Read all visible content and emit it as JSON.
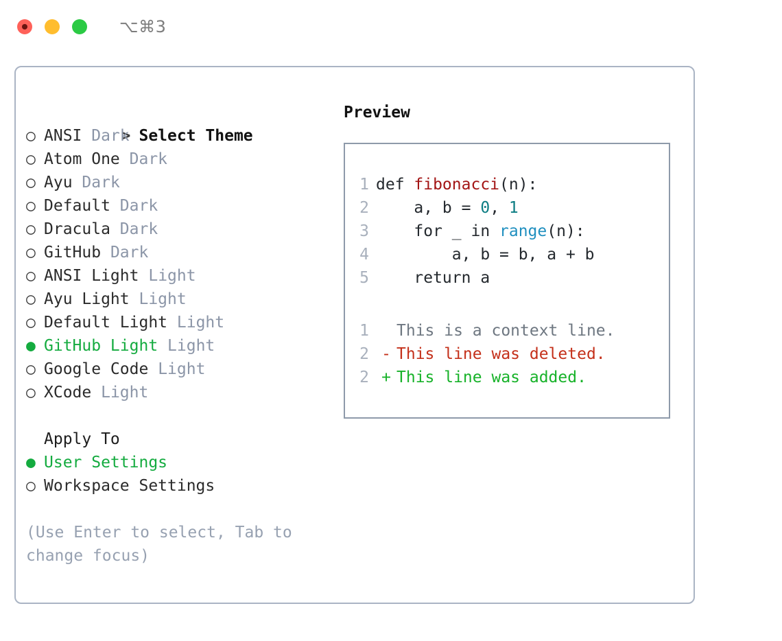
{
  "titlebar": {
    "shortcut": "⌥⌘3",
    "buttons": [
      {
        "name": "close",
        "color": "#ff6159"
      },
      {
        "name": "minimize",
        "color": "#ffbd2e"
      },
      {
        "name": "maximize",
        "color": "#2bca44"
      }
    ]
  },
  "theme_picker": {
    "header_marker": ">",
    "header": "Select Theme",
    "selected_marker": "●",
    "unselected_marker": "○",
    "selected_color": "#14ab3f",
    "items": [
      {
        "marker": "○",
        "name": "ANSI",
        "tag": "Dark",
        "selected": false
      },
      {
        "marker": "○",
        "name": "Atom One",
        "tag": "Dark",
        "selected": false
      },
      {
        "marker": "○",
        "name": "Ayu",
        "tag": "Dark",
        "selected": false
      },
      {
        "marker": "○",
        "name": "Default",
        "tag": "Dark",
        "selected": false
      },
      {
        "marker": "○",
        "name": "Dracula",
        "tag": "Dark",
        "selected": false
      },
      {
        "marker": "○",
        "name": "GitHub",
        "tag": "Dark",
        "selected": false
      },
      {
        "marker": "○",
        "name": "ANSI Light",
        "tag": "Light",
        "selected": false
      },
      {
        "marker": "○",
        "name": "Ayu Light",
        "tag": "Light",
        "selected": false
      },
      {
        "marker": "○",
        "name": "Default Light",
        "tag": "Light",
        "selected": false
      },
      {
        "marker": "●",
        "name": "GitHub Light",
        "tag": "Light",
        "selected": true
      },
      {
        "marker": "○",
        "name": "Google Code",
        "tag": "Light",
        "selected": false
      },
      {
        "marker": "○",
        "name": "XCode",
        "tag": "Light",
        "selected": false
      }
    ]
  },
  "apply_to": {
    "label": "Apply To",
    "options": [
      {
        "marker": "●",
        "name": "User Settings",
        "selected": true
      },
      {
        "marker": "○",
        "name": "Workspace Settings",
        "selected": false
      }
    ]
  },
  "hint": "(Use Enter to select, Tab to change focus)",
  "preview": {
    "title": "Preview",
    "code_lines": [
      {
        "number": "1",
        "tokens": [
          {
            "text": "def ",
            "type": "plain"
          },
          {
            "text": "fibonacci",
            "type": "fn"
          },
          {
            "text": "(n):",
            "type": "plain"
          }
        ]
      },
      {
        "number": "2",
        "tokens": [
          {
            "text": "    a, b = ",
            "type": "plain"
          },
          {
            "text": "0",
            "type": "num"
          },
          {
            "text": ", ",
            "type": "plain"
          },
          {
            "text": "1",
            "type": "num"
          }
        ]
      },
      {
        "number": "3",
        "tokens": [
          {
            "text": "    for _ in ",
            "type": "plain"
          },
          {
            "text": "range",
            "type": "kw"
          },
          {
            "text": "(n):",
            "type": "plain"
          }
        ]
      },
      {
        "number": "4",
        "tokens": [
          {
            "text": "        a, b = b, a + b",
            "type": "plain"
          }
        ]
      },
      {
        "number": "5",
        "tokens": [
          {
            "text": "    return a",
            "type": "plain"
          }
        ]
      }
    ],
    "diff_lines": [
      {
        "number": "1",
        "sign": " ",
        "text": "This is a context line.",
        "kind": "ctx"
      },
      {
        "number": "2",
        "sign": "-",
        "text": "This line was deleted.",
        "kind": "del"
      },
      {
        "number": "2",
        "sign": "+",
        "text": "This line was added.",
        "kind": "add"
      }
    ],
    "colors": {
      "function": "#a31515",
      "number": "#0b7c82",
      "keyword": "#1f8fbf",
      "context": "#6e7781",
      "deleted": "#c4301a",
      "added": "#17b229",
      "line_number": "#a8b0bc"
    }
  }
}
